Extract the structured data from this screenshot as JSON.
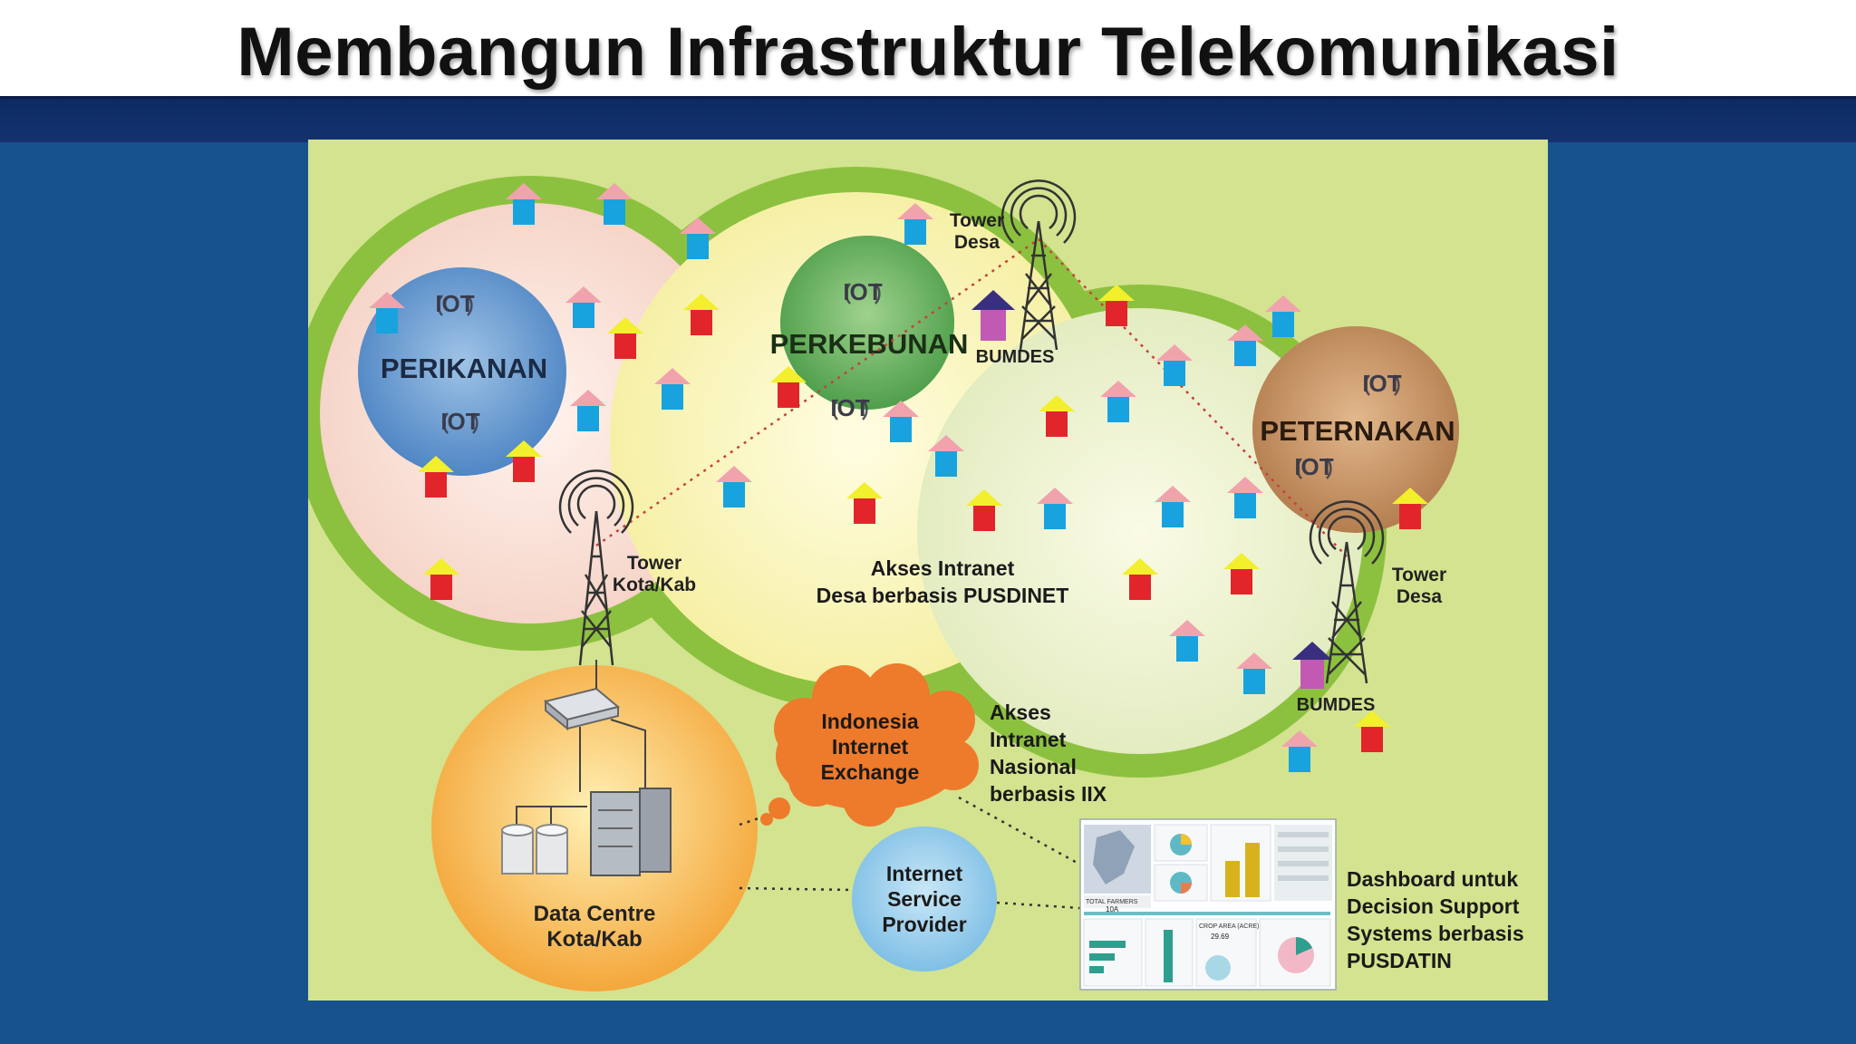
{
  "title": "Membangun Infrastruktur Telekomunikasi",
  "zones": {
    "perikanan": "PERIKANAN",
    "perkebunan": "PERKEBUNAN",
    "peternakan": "PETERNAKAN"
  },
  "iot_label": "IOT",
  "towers": {
    "kota_line1": "Tower",
    "kota_line2": "Kota/Kab",
    "desa_top_line1": "Tower",
    "desa_top_line2": "Desa",
    "desa_right_line1": "Tower",
    "desa_right_line2": "Desa"
  },
  "bumdes": "BUMDES",
  "intranet_desa": {
    "line1": "Akses Intranet",
    "line2": "Desa berbasis PUSDINET"
  },
  "iix_cloud": {
    "line1": "Indonesia",
    "line2": "Internet",
    "line3": "Exchange"
  },
  "intranet_nasional": {
    "line1": "Akses",
    "line2": "Intranet",
    "line3": "Nasional",
    "line4": "berbasis IIX"
  },
  "data_centre": {
    "line1": "Data Centre",
    "line2": "Kota/Kab"
  },
  "isp": {
    "line1": "Internet",
    "line2": "Service",
    "line3": "Provider"
  },
  "dashboard_label": {
    "line1": "Dashboard untuk",
    "line2": "Decision Support",
    "line3": "Systems berbasis",
    "line4": "PUSDATIN"
  },
  "dashboard_panel": {
    "total_label": "TOTAL FARMERS",
    "total_value": "10A",
    "crop_label": "CROP AREA (ACRE)",
    "crop_value": "29.69"
  },
  "colors": {
    "page_bg": "#17528f",
    "navy_band": "#0d2a62",
    "diagram_bg": "#d3e38f",
    "ring_green": "#8cc13f",
    "perikanan": "#5b8fc8",
    "perkebunan": "#5fae5a",
    "peternakan": "#c38d5c",
    "data_centre": "#f7b84a",
    "iix_cloud": "#ee7a2c",
    "isp": "#8fc9ea"
  }
}
